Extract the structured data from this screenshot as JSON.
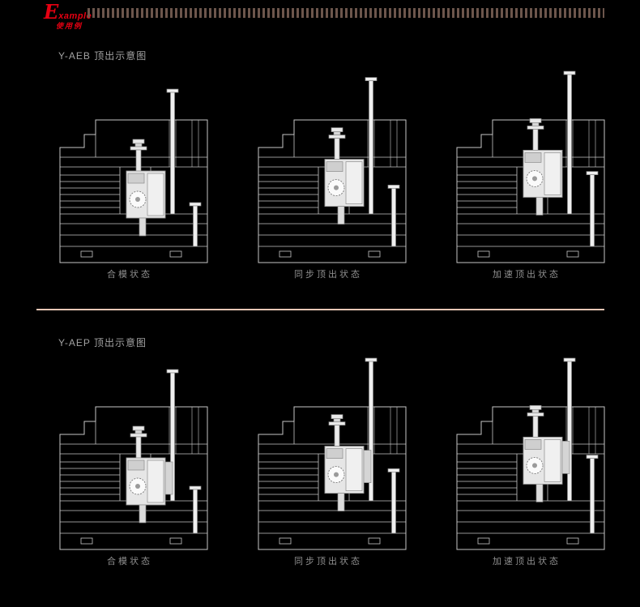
{
  "page": {
    "background": "#000000"
  },
  "header": {
    "brand_initial": "E",
    "brand_rest": "xample",
    "brand_sub": "使用例",
    "accent_color": "#e60012",
    "strip_color": "#6d564c"
  },
  "divider_color": "#e9c7b6",
  "sections": [
    {
      "id": "Y-AEB",
      "title": "Y-AEB 顶出示意图",
      "diagrams": [
        {
          "caption": "合模状态"
        },
        {
          "caption": "同步顶出状态"
        },
        {
          "caption": "加速顶出状态"
        }
      ]
    },
    {
      "id": "Y-AEP",
      "title": "Y-AEP 顶出示意图",
      "diagrams": [
        {
          "caption": "合模状态"
        },
        {
          "caption": "同步顶出状态"
        },
        {
          "caption": "加速顶出状态"
        }
      ]
    }
  ]
}
